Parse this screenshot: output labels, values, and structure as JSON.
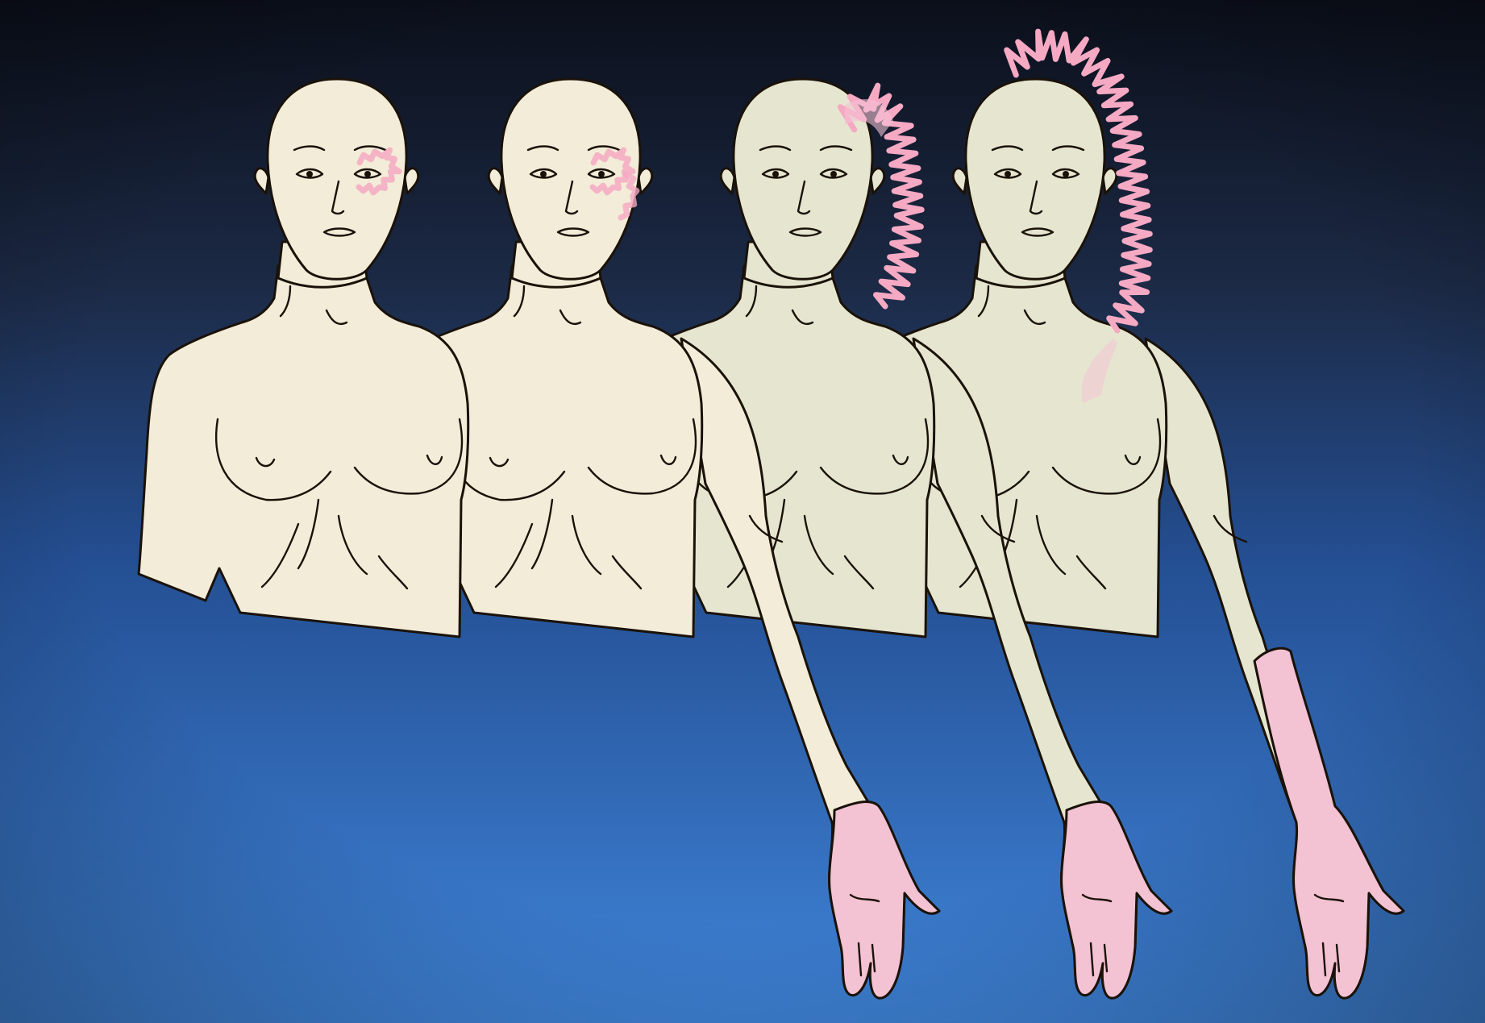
{
  "figures": [
    {
      "id": 1,
      "stage": "aura-eye-only",
      "pain_path": "none",
      "arm_tint": "none"
    },
    {
      "id": 2,
      "stage": "aura-eye-spreading",
      "pain_path": "none",
      "arm_tint": "hand"
    },
    {
      "id": 3,
      "stage": "pain-up-head-side",
      "pain_path": "temple-to-neck",
      "arm_tint": "hand"
    },
    {
      "id": 4,
      "stage": "pain-over-crown-to-shoulder",
      "pain_path": "crown-to-shoulder",
      "arm_tint": "forearm-and-hand"
    }
  ],
  "colors": {
    "background_top": "#0d1220",
    "background_bottom": "#3a7fd6",
    "skin": "#f3ecd8",
    "skin_shaded": "#e6e6d0",
    "pain_pink": "#f3c2d3",
    "pain_stroke": "#f5a9c3",
    "outline": "#1a1208"
  }
}
